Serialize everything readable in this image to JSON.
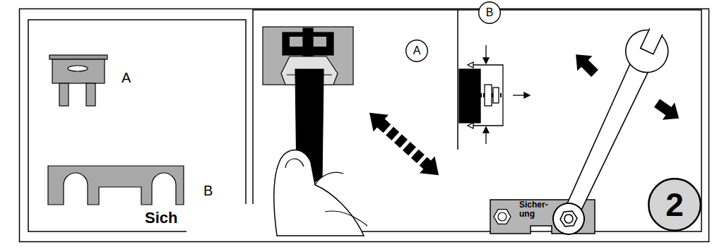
{
  "diagram": {
    "nodes": [
      {
        "text": [
          "A"
        ]
      },
      {
        "text": [
          "B"
        ]
      },
      {
        "text": [
          "Sicher- ung"
        ]
      },
      {
        "text": [
          "2"
        ]
      }
    ],
    "labels": [
      "A",
      "B",
      "Sich"
    ]
  }
}
